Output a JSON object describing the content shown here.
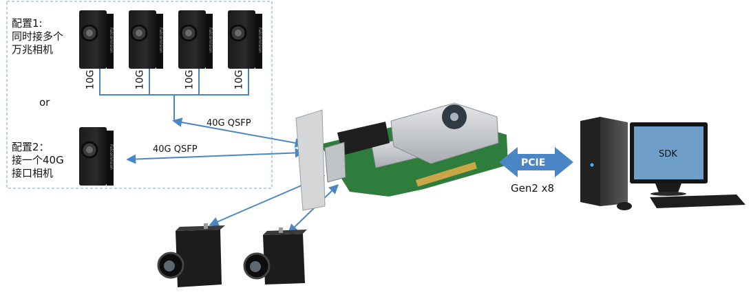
{
  "config1": {
    "label": "配置1:\n同时接多个\n万兆相机"
  },
  "config2": {
    "label": "配置2：\n接一个40G\n接口相机"
  },
  "or_text": "or",
  "port_labels": [
    "10G",
    "10G",
    "10G",
    "10G"
  ],
  "link_labels": {
    "link1": "40G QSFP",
    "link2": "40G QSFP"
  },
  "pcie": {
    "label": "PCIE",
    "sub": "Gen2 x8"
  },
  "sdk_label": "SDK",
  "camera_brand": "FalconVision",
  "colors": {
    "arrow": "#4a86c5",
    "dash_border": "#9ec5e8",
    "pcie_arrow": "#4a86c5",
    "pcb": "#2e7d3c",
    "heatsink": "#c9ccd0"
  }
}
